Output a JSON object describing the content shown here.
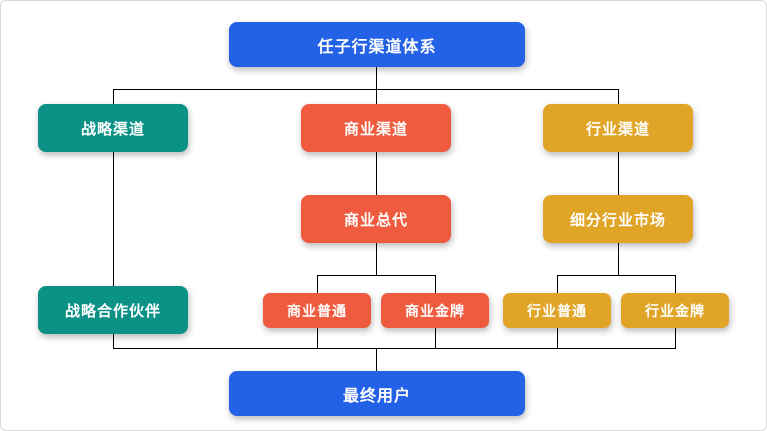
{
  "diagram": {
    "title": "任子行渠道体系",
    "type": "org-chart"
  },
  "palette": {
    "blue": "#2361e6",
    "teal": "#0b9185",
    "red": "#ee5b3e",
    "yellow": "#e0a526",
    "line": "#000000",
    "canvas_border": "#d9d9d9",
    "canvas_bg": "#ffffff",
    "text": "#ffffff"
  },
  "nodes": [
    {
      "id": "root",
      "label": "任子行渠道体系",
      "color": "blue",
      "level": 1
    },
    {
      "id": "strategic-channel",
      "label": "战略渠道",
      "color": "teal",
      "level": 2
    },
    {
      "id": "commercial-channel",
      "label": "商业渠道",
      "color": "red",
      "level": 2
    },
    {
      "id": "industry-channel",
      "label": "行业渠道",
      "color": "yellow",
      "level": 2
    },
    {
      "id": "commercial-agent",
      "label": "商业总代",
      "color": "red",
      "level": 3
    },
    {
      "id": "industry-segment",
      "label": "细分行业市场",
      "color": "yellow",
      "level": 3
    },
    {
      "id": "strategic-partner",
      "label": "战略合作伙伴",
      "color": "teal",
      "level": 4
    },
    {
      "id": "commercial-normal",
      "label": "商业普通",
      "color": "red",
      "level": 4
    },
    {
      "id": "commercial-gold",
      "label": "商业金牌",
      "color": "red",
      "level": 4
    },
    {
      "id": "industry-normal",
      "label": "行业普通",
      "color": "yellow",
      "level": 4
    },
    {
      "id": "industry-gold",
      "label": "行业金牌",
      "color": "yellow",
      "level": 4
    },
    {
      "id": "end-user",
      "label": "最终用户",
      "color": "blue",
      "level": 5
    }
  ],
  "edges": [
    [
      "任子行渠道体系",
      "战略渠道"
    ],
    [
      "任子行渠道体系",
      "商业渠道"
    ],
    [
      "任子行渠道体系",
      "行业渠道"
    ],
    [
      "战略渠道",
      "战略合作伙伴"
    ],
    [
      "商业渠道",
      "商业总代"
    ],
    [
      "行业渠道",
      "细分行业市场"
    ],
    [
      "商业总代",
      "商业普通"
    ],
    [
      "商业总代",
      "商业金牌"
    ],
    [
      "细分行业市场",
      "行业普通"
    ],
    [
      "细分行业市场",
      "行业金牌"
    ],
    [
      "战略合作伙伴",
      "最终用户"
    ],
    [
      "商业普通",
      "最终用户"
    ],
    [
      "商业金牌",
      "最终用户"
    ],
    [
      "行业普通",
      "最终用户"
    ],
    [
      "行业金牌",
      "最终用户"
    ]
  ]
}
